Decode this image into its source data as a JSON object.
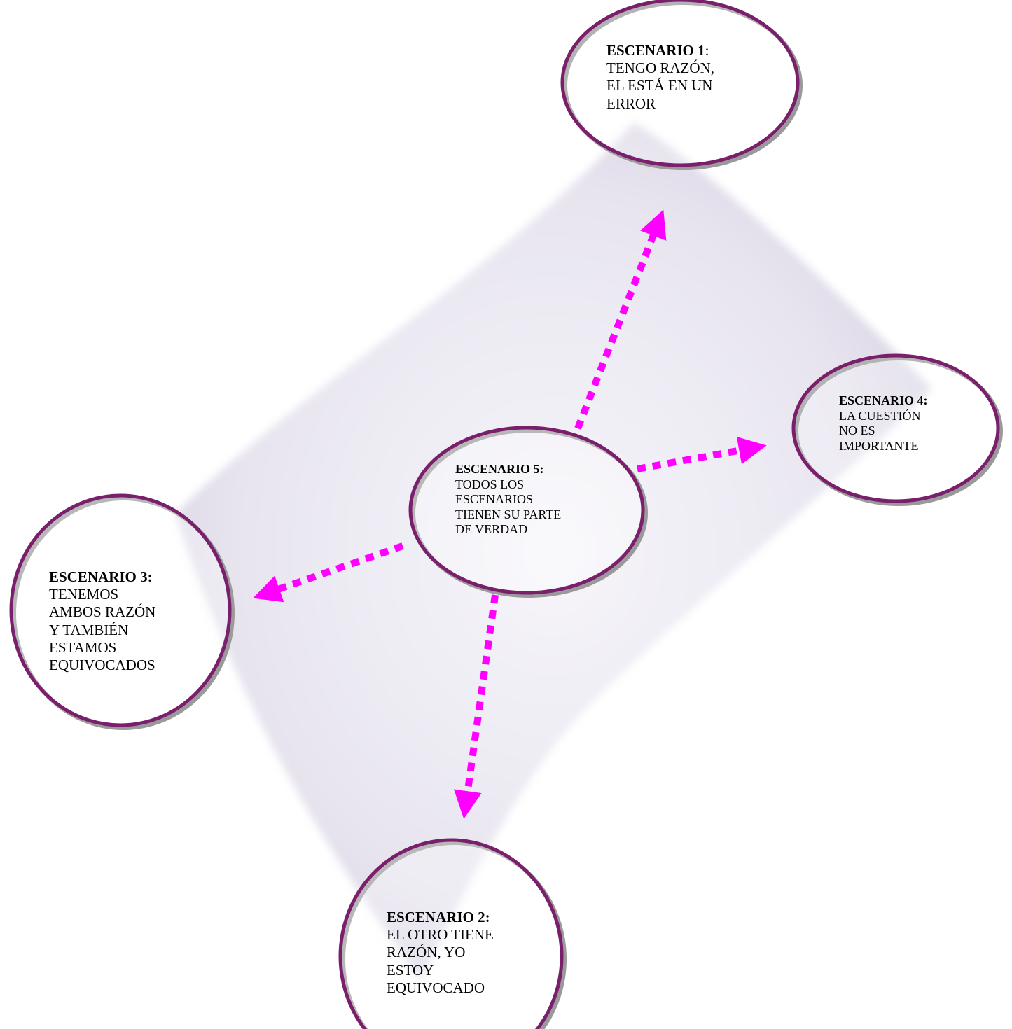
{
  "colors": {
    "arrow": "#ff00ff",
    "ellipse_stroke": "#7a1f6b",
    "ellipse_shadow": "#9a9a9a",
    "pillow_fill": "#e6e3ef"
  },
  "scenarios": {
    "s1": {
      "title": "ESCENARIO 1",
      "title_suffix": ":",
      "body": "TENGO RAZÓN,\nEL ESTÁ EN UN\nERROR"
    },
    "s2": {
      "title": "ESCENARIO 2:",
      "title_suffix": "",
      "body": "EL OTRO TIENE\nRAZÓN, YO\nESTOY\nEQUIVOCADO"
    },
    "s3": {
      "title": "ESCENARIO 3:",
      "title_suffix": "",
      "body": "TENEMOS\nAMBOS RAZÓN\nY TAMBIÉN\nESTAMOS\nEQUIVOCADOS"
    },
    "s4": {
      "title": "ESCENARIO 4:",
      "title_suffix": "",
      "body": "LA CUESTIÓN\nNO ES\nIMPORTANTE"
    },
    "s5": {
      "title": "ESCENARIO 5:",
      "title_suffix": "",
      "body": "TODOS LOS\nESCENARIOS\nTIENEN SU PARTE\nDE VERDAD"
    }
  }
}
